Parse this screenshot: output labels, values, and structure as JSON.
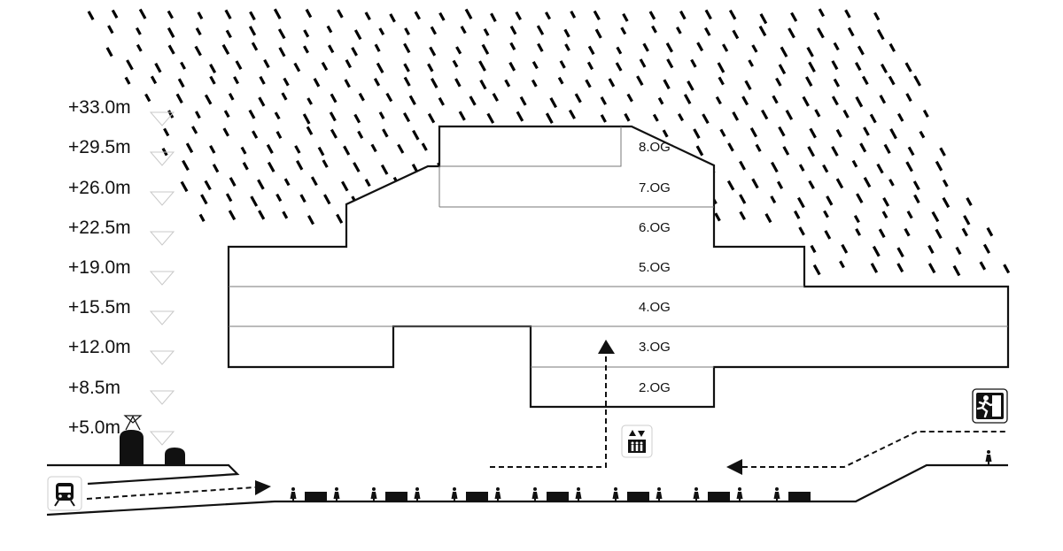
{
  "levels": [
    "+33.0m",
    "+29.5m",
    "+26.0m",
    "+22.5m",
    "+19.0m",
    "+15.5m",
    "+12.0m",
    "+8.5m",
    "+5.0m"
  ],
  "floors": [
    "8.OG",
    "7.OG",
    "6.OG",
    "5.OG",
    "4.OG",
    "3.OG",
    "2.OG"
  ],
  "icons": {
    "train": "train-icon",
    "elevator": "elevator-icon",
    "emergency_exit": "emergency-exit-icon"
  },
  "colors": {
    "line": "#111111",
    "thin_line": "#777777",
    "background": "#ffffff"
  }
}
